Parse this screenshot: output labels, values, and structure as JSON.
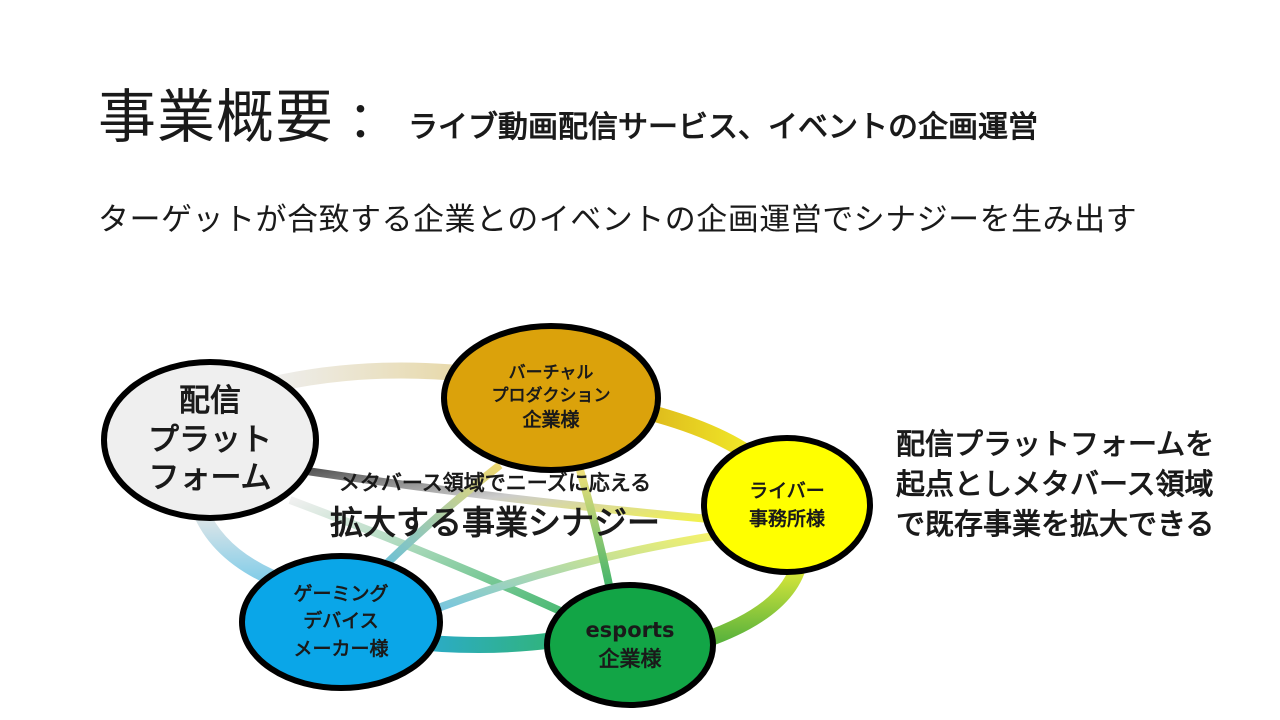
{
  "slide": {
    "title_main": "事業概要",
    "title_sep": "：",
    "title_sub": "ライブ動画配信サービス、イベントの企画運営",
    "subtitle": "ターゲットが合致する企業とのイベントの企画運営でシナジーを生み出す"
  },
  "diagram": {
    "platform": {
      "line1": "配信",
      "line2": "プラット",
      "line3": "フォーム",
      "color": "#efefef"
    },
    "production": {
      "line1": "バーチャル",
      "line2": "プロダクション",
      "line3": "企業様",
      "color": "#dba20b"
    },
    "liver": {
      "line1": "ライバー",
      "line2": "事務所様",
      "color": "#ffff00"
    },
    "esports": {
      "line1": "esports",
      "line2": "企業様",
      "color": "#12a546"
    },
    "gaming": {
      "line1": "ゲーミング",
      "line2": "デバイス",
      "line3": "メーカー様",
      "color": "#0aa6e8"
    },
    "center_line1": "メタバース領域でニーズに応える",
    "center_line2": "拡大する事業シナジー"
  },
  "side_note": {
    "line1": "配信プラットフォームを",
    "line2": "起点としメタバース領域",
    "line3": "で既存事業を拡大できる"
  }
}
